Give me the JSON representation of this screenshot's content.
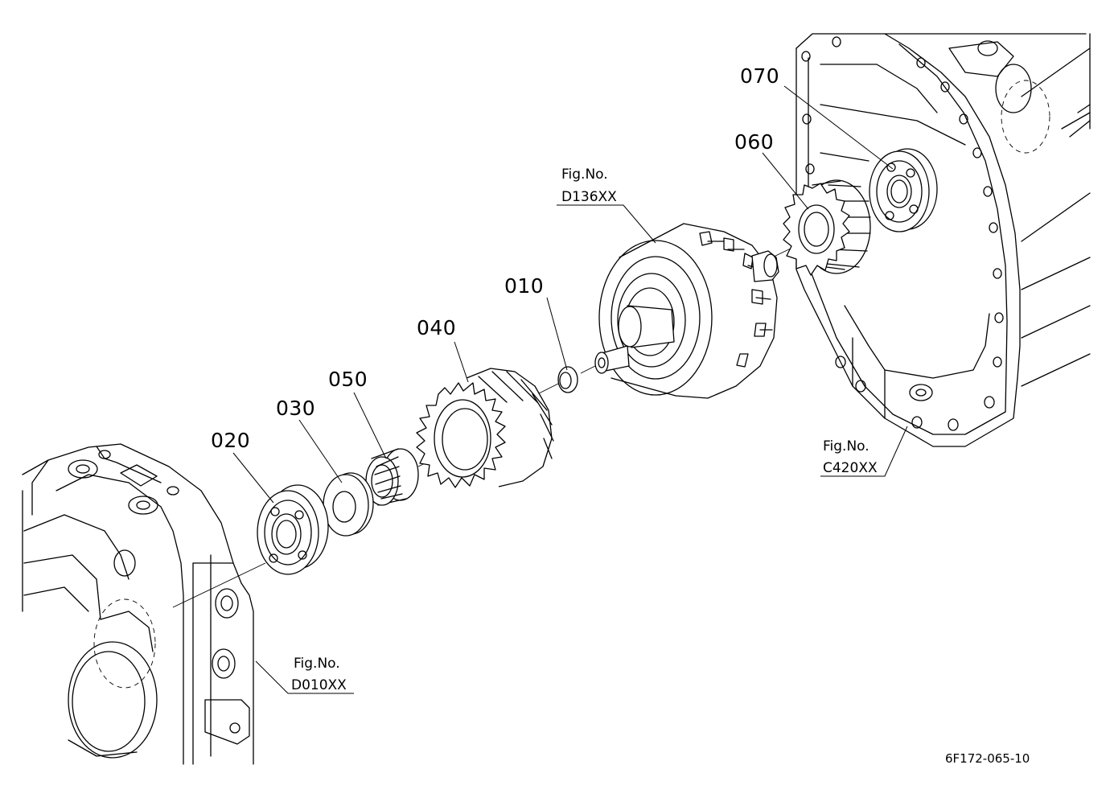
{
  "parts": [
    {
      "id": "part-010",
      "label": "010",
      "name": "snap-ring"
    },
    {
      "id": "part-020",
      "label": "020",
      "name": "ball-bearing"
    },
    {
      "id": "part-030",
      "label": "030",
      "name": "thrust-washer"
    },
    {
      "id": "part-040",
      "label": "040",
      "name": "helical-gear"
    },
    {
      "id": "part-050",
      "label": "050",
      "name": "needle-bearing"
    },
    {
      "id": "part-060",
      "label": "060",
      "name": "spur-gear"
    },
    {
      "id": "part-070",
      "label": "070",
      "name": "ball-bearing"
    }
  ],
  "figure_refs": [
    {
      "id": "fig-d136",
      "prefix": "Fig.No.",
      "code": "D136XX"
    },
    {
      "id": "fig-c420",
      "prefix": "Fig.No.",
      "code": "C420XX"
    },
    {
      "id": "fig-d010",
      "prefix": "Fig.No.",
      "code": "D010XX"
    }
  ],
  "drawing_code": "6F172-065-10"
}
